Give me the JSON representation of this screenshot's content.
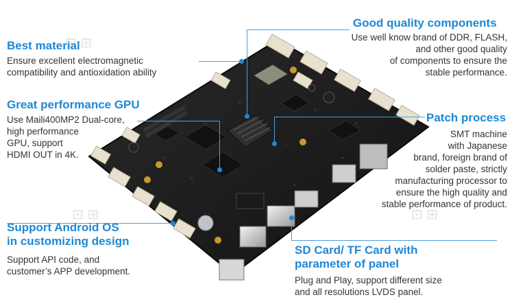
{
  "features": {
    "good_quality": {
      "title": "Good quality components",
      "lines": [
        "Use well know brand of DDR, FLASH,",
        "and other good quality",
        "of components to ensure the",
        "stable performance."
      ]
    },
    "best_material": {
      "title": "Best material",
      "lines": [
        "Ensure excellent electromagnetic",
        "compatibility and antioxidation ability"
      ]
    },
    "gpu": {
      "title": "Great performance GPU",
      "lines": [
        "Use Maili400MP2 Dual-core,",
        "high performance",
        "GPU, support",
        "HDMI OUT in 4K."
      ]
    },
    "patch": {
      "title": "Patch process",
      "lines": [
        "SMT machine",
        "with Japanese",
        "brand, foreign brand of",
        "solder paste, strictly",
        "manufacturing processor to",
        "ensure the high quality and",
        "stable performance of product."
      ]
    },
    "android": {
      "title": "Support Android OS",
      "title2": "in customizing design",
      "lines": [
        "Support API code, and",
        "customer’s  APP development."
      ]
    },
    "sdcard": {
      "title": "SD Card/ TF Card with",
      "title2": "parameter of panel",
      "lines": [
        "Plug and Play, support different size",
        "and all resolutions LVDS panel."
      ]
    }
  },
  "colors": {
    "accent": "#1e88d6",
    "text": "#333333",
    "board": "#1c1c1c"
  }
}
